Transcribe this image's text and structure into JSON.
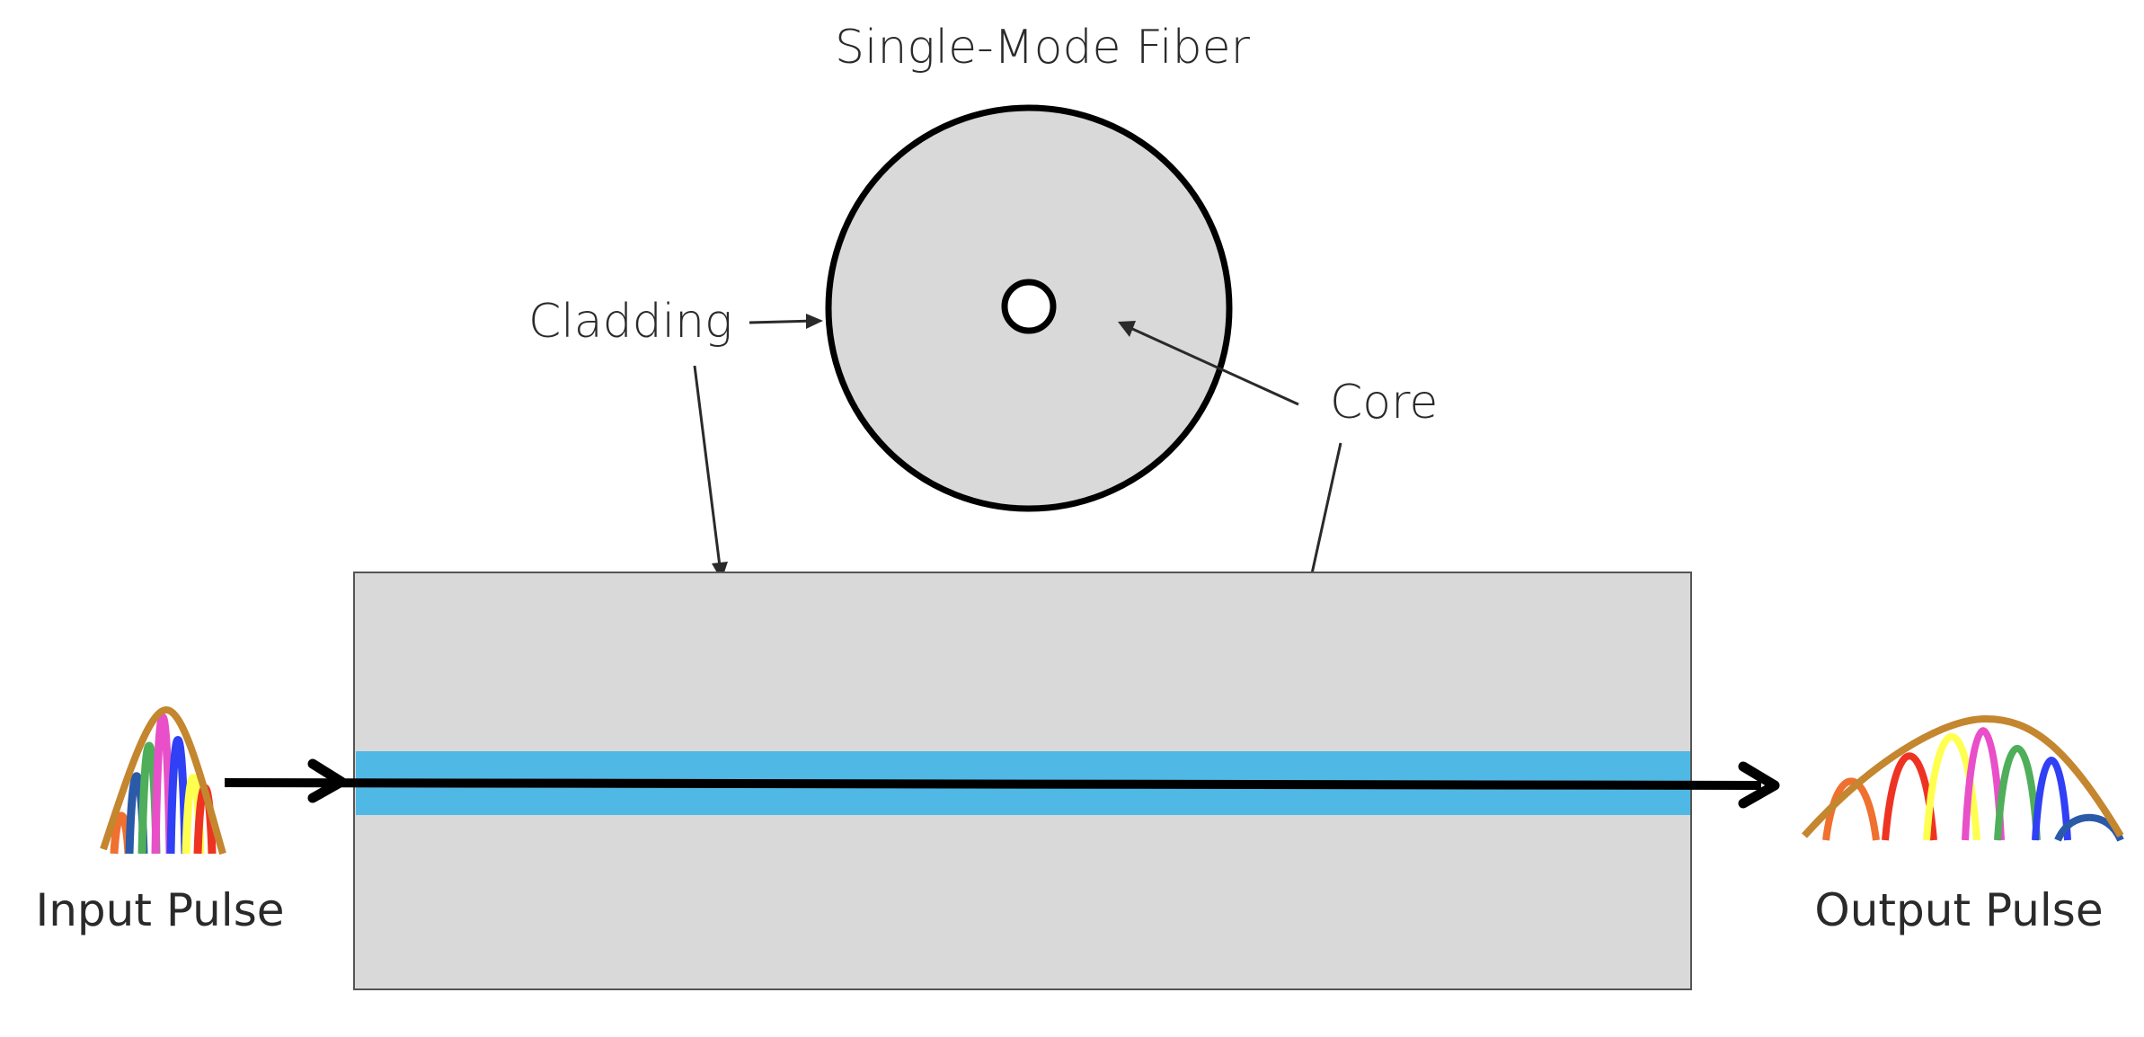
{
  "diagram": {
    "title": "Single-Mode Fiber",
    "labels": {
      "cladding": "Cladding",
      "core": "Core",
      "input_pulse": "Input Pulse",
      "output_pulse": "Output Pulse"
    },
    "colors": {
      "cladding_fill": "#d9d9d9",
      "core_fill": "#4fb8e4",
      "outline": "#000000",
      "envelope": "#c4862e",
      "text": "#2a2a2a"
    },
    "input_pulse_components": [
      {
        "color": "#f07030"
      },
      {
        "color": "#2a5aa8"
      },
      {
        "color": "#4fae5a"
      },
      {
        "color": "#e84fc8"
      },
      {
        "color": "#2f40f5"
      },
      {
        "color": "#ffff50"
      },
      {
        "color": "#ee3322"
      }
    ],
    "output_pulse_components": [
      {
        "color": "#f07030"
      },
      {
        "color": "#ee3322"
      },
      {
        "color": "#ffff50"
      },
      {
        "color": "#e84fc8"
      },
      {
        "color": "#4fae5a"
      },
      {
        "color": "#2f40f5"
      },
      {
        "color": "#2a5aa8"
      }
    ]
  }
}
